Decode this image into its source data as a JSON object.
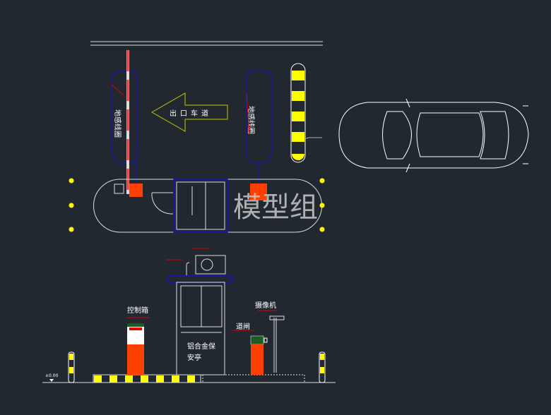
{
  "plan": {
    "lane_label": "出口车道",
    "loop_label": "地感线圈",
    "watermark": "模型组"
  },
  "elevation": {
    "control_box_label": "控制箱",
    "barrier_label": "道闸",
    "camera_label": "摄像机",
    "booth_label_line1": "铝合金保",
    "booth_label_line2": "安亭",
    "elevation_mark": "±0.00"
  },
  "colors": {
    "background": "#212830",
    "outline": "#ffffff",
    "blue": "#1010c8",
    "red": "#ff4000",
    "yellow": "#ffff00",
    "green": "#1e5a28"
  }
}
